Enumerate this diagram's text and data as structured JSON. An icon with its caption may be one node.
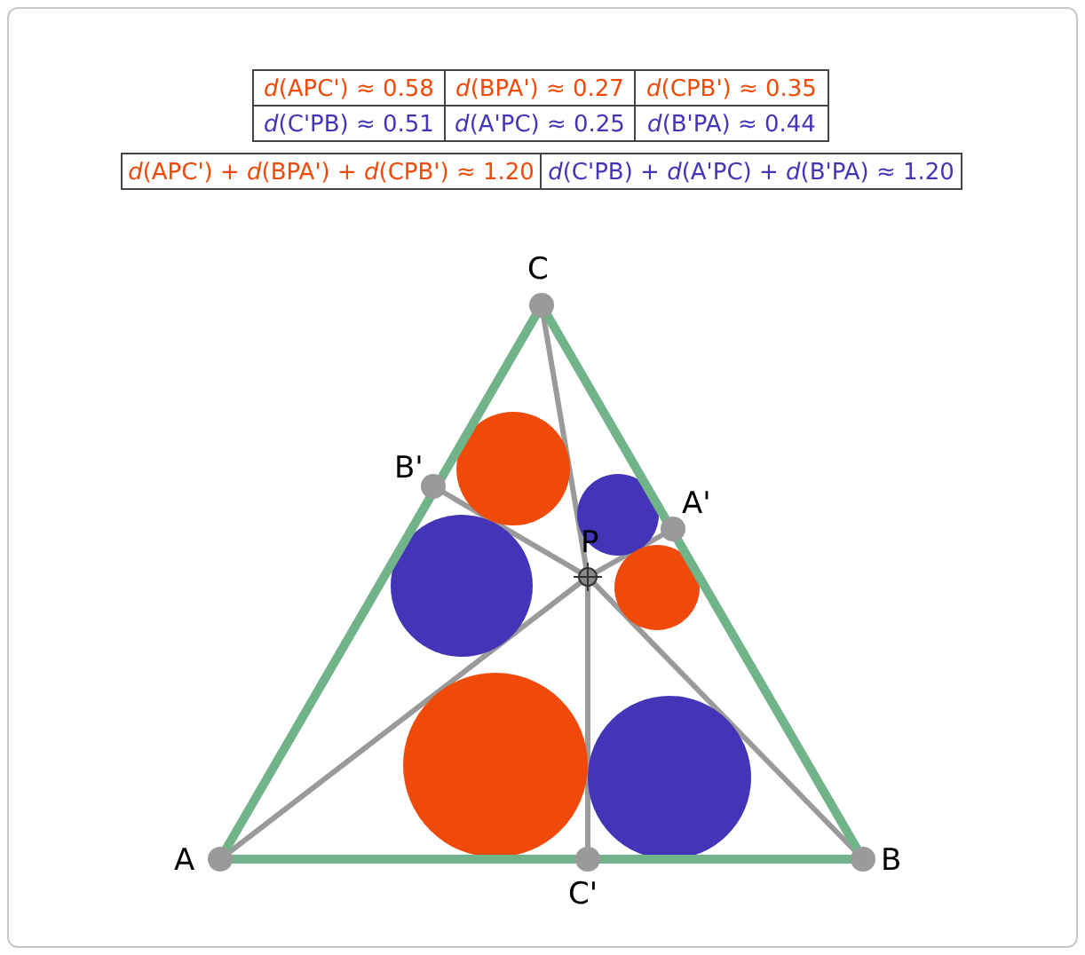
{
  "diagram": {
    "labels": [
      "*d*(APC') ≈ 0.58",
      "*d*(BPA') ≈ 0.27",
      "*d*(CPB') ≈ 0.35",
      "*d*(C'PB) ≈ 0.51",
      "*d*(A'PC) ≈ 0.25",
      "*d*(B'PA) ≈ 0.44",
      "*d*(APC') + *d*(BPA') + *d*(CPB') ≈ 1.20",
      "*d*(C'PB) + *d*(A'PC) + *d*(B'PA) ≈ 1.20",
      "C",
      "B'",
      "A'",
      "P",
      "A",
      "B",
      "C'"
    ]
  }
}
